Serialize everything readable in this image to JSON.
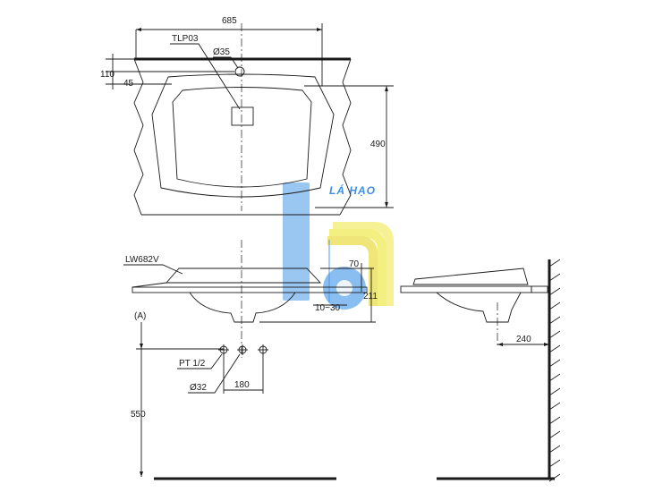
{
  "watermark": {
    "brand_text": "LÁ HẠO",
    "colors": {
      "blue": "#7fb8ef",
      "yellow": "#f3ee74",
      "blue_text": "#3d8fe6"
    }
  },
  "dimensions": {
    "overall_width": "685",
    "drain_model": "TLP03",
    "tap_hole": "Ø35",
    "tap_offset_top": "110",
    "tap_offset_inner": "45",
    "depth": "490",
    "vanity_model": "LW682V",
    "rim_thickness": "70",
    "total_height": "211",
    "counter_gap": "10~30",
    "reference_mark": "(A)",
    "pipe_thread": "PT 1/2",
    "drain_dia": "Ø32",
    "supply_spacing": "180",
    "mount_height": "550",
    "wall_distance": "240"
  }
}
